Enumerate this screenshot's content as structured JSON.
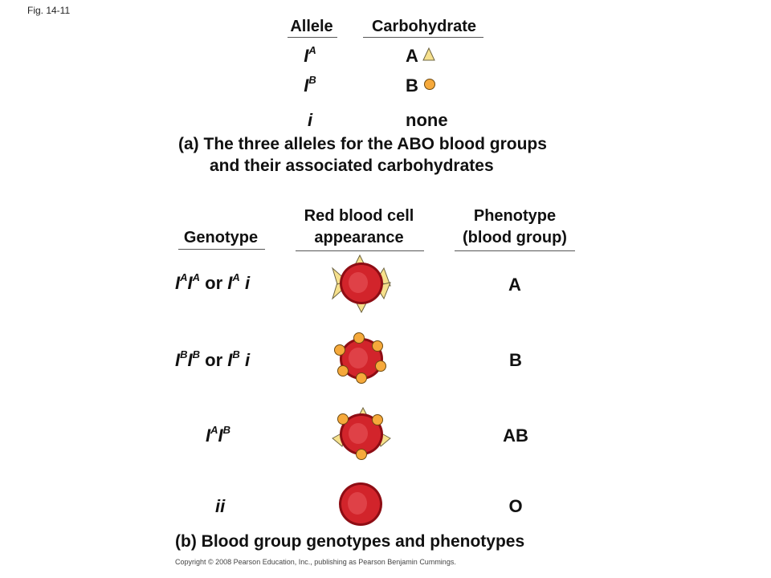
{
  "figure_label": "Fig. 14-11",
  "panel_a": {
    "header_allele": "Allele",
    "header_carbohydrate": "Carbohydrate",
    "rows": [
      {
        "allele_base": "I",
        "allele_sup": "A",
        "carbohydrate": "A",
        "marker": "triangle-icon"
      },
      {
        "allele_base": "I",
        "allele_sup": "B",
        "carbohydrate": "B",
        "marker": "circle-icon"
      },
      {
        "allele_base": "i",
        "allele_sup": "",
        "carbohydrate": "none",
        "marker": ""
      }
    ],
    "caption_line1": "(a) The three alleles for the ABO blood groups",
    "caption_line2": "and their associated carbohydrates"
  },
  "panel_b": {
    "header_genotype": "Genotype",
    "header_rbc_line1": "Red blood cell",
    "header_rbc_line2": "appearance",
    "header_pheno_line1": "Phenotype",
    "header_pheno_line2": "(blood group)",
    "rows": [
      {
        "genotype": "IAIA or IA i",
        "phenotype": "A"
      },
      {
        "genotype": "IBIB or IB i",
        "phenotype": "B"
      },
      {
        "genotype": "IAIB",
        "phenotype": "AB"
      },
      {
        "genotype": "ii",
        "phenotype": "O"
      }
    ],
    "caption": "(b) Blood group genotypes and phenotypes"
  },
  "copyright": "Copyright © 2008 Pearson Education, Inc., publishing as Pearson Benjamin Cummings.",
  "colors": {
    "cell_red": "#d2242b",
    "cell_dark": "#8e0d14",
    "cell_highlight": "#e8555a",
    "triangle_fill": "#f6e08c",
    "circle_fill": "#f6a93b",
    "rule": "#555555"
  }
}
